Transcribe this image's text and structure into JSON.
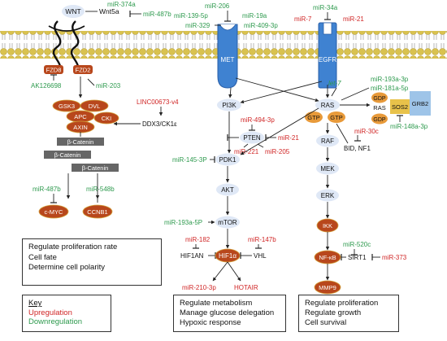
{
  "membrane_receptors": {
    "wnt": "WNT",
    "wnt5a": "Wnt5a",
    "met": "MET",
    "egfr": "EGFR",
    "fzd8": "FZD8",
    "fzd2": "FZD2"
  },
  "wnt_pathway": {
    "gsk3": "GSK3",
    "dvl": "DVL",
    "apc": "APC",
    "cki": "CKI",
    "axin": "AXIN",
    "ddx3": "DDX3/CK1ε",
    "linc": "LINC00673-v4",
    "ak": "AK126698",
    "beta1": "β-Catenin",
    "beta2": "β-Catenin",
    "beta3": "β-Catenin",
    "cmyc": "c-MYC",
    "ccnb1": "CCNB1"
  },
  "pi3k_pathway": {
    "pi3k": "PI3K",
    "pten": "PTEN",
    "pdk1": "PDK1",
    "akt": "AKT",
    "mtor": "mTOR",
    "hif1an": "HIF1AN",
    "hif1a": "HIF1α",
    "vhl": "VHL",
    "hotair": "HOTAIR",
    "mir210": "miR-210-3p"
  },
  "ras_pathway": {
    "ras": "RAS",
    "ras2": "RAS",
    "gtp1": "GTP",
    "gtp2": "GTP",
    "gdp1": "GDP",
    "gdp2": "GDP",
    "sos2": "SOS2",
    "grb2": "GRB2",
    "raf": "RAF",
    "mek": "MEK",
    "erk": "ERK",
    "ikk": "IKK",
    "nfkb": "NF-κB",
    "mmp9": "MMP9",
    "sirt1": "SIRT1",
    "bid": "BID, NF1",
    "let7": "let-7"
  },
  "mirnas": {
    "m374a": "miR-374a",
    "m487b_top": "miR-487b",
    "m203": "miR-203",
    "m206": "miR-206",
    "m139": "miR-139-5p",
    "m19a": "miR-19a",
    "m329": "miR-329",
    "m409": "miR-409-3p",
    "m34a": "miR-34a",
    "m7": "miR-7",
    "m21_top": "miR-21",
    "m193a3p": "miR-193a-3p",
    "m181a": "miR-181a-5p",
    "m148a": "miR-148a-3p",
    "m494": "miR-494-3p",
    "m21_mid": "miR-21",
    "m221": "miR-221",
    "m205": "miR-205",
    "m30c": "miR-30c",
    "m145": "miR-145-3P",
    "m193a5p": "miR-193a-5P",
    "m182": "miR-182",
    "m147b": "miR-147b",
    "m520c": "miR-520c",
    "m373": "miR-373",
    "m487b": "miR-487b",
    "m548b": "miR-548b"
  },
  "boxes": {
    "wnt": [
      "Regulate proliferation rate",
      "Cell fate",
      "Determine cell polarity"
    ],
    "pi3k": [
      "Regulate metabolism",
      "Manage glucose delegation",
      "Hypoxic response"
    ],
    "ras": [
      "Regulate proliferation",
      "Regulate growth",
      "Cell survival"
    ]
  },
  "key": {
    "title": "Key",
    "up": "Upregulation",
    "down": "Downregulation"
  },
  "colors": {
    "upregulation": "#d02626",
    "downregulation": "#2e9a4e",
    "node_fill": "#dfe8f6",
    "node_dark": "#b8471c",
    "membrane": "#d6c04e",
    "receptor": "#3f82d1"
  }
}
